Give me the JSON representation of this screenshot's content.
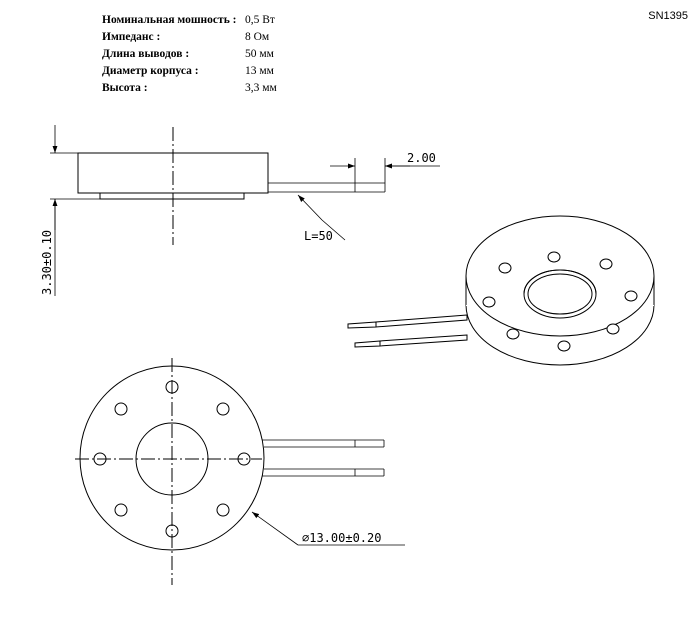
{
  "specs": [
    {
      "label": "Номинальная мошность :",
      "value": "0,5 Вт"
    },
    {
      "label": "Импеданс :",
      "value": "8 Ом"
    },
    {
      "label": "Длина выводов :",
      "value": "50 мм"
    },
    {
      "label": "Диаметр корпуса :",
      "value": "13 мм"
    },
    {
      "label": "Высота :",
      "value": "3,3 мм"
    }
  ],
  "model": "SN1395",
  "dimensions": {
    "lead_spacing": "2.00",
    "lead_length": "L=50",
    "height": "3.30±0.10",
    "diameter": "∅13.00±0.20"
  }
}
